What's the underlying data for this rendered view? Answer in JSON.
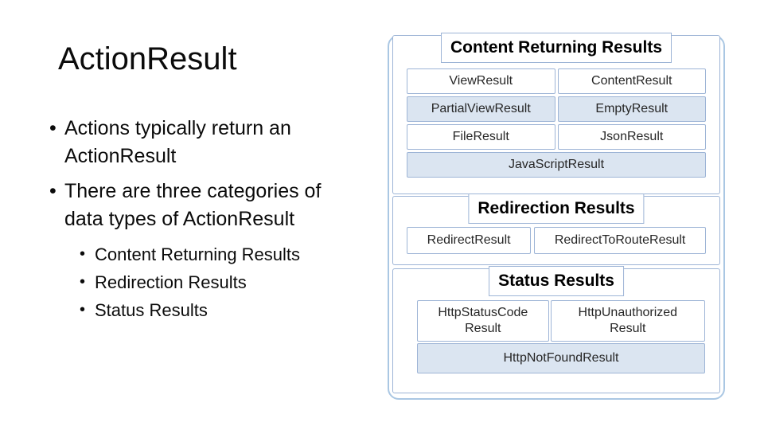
{
  "slide": {
    "title": "ActionResult",
    "bullets": [
      {
        "text": "Actions typically return an\nActionResult"
      },
      {
        "text": "There are three categories of\ndata types of ActionResult"
      }
    ],
    "sub_bullets": [
      {
        "text": "Content Returning Results"
      },
      {
        "text": "Redirection Results"
      },
      {
        "text": "Status Results"
      }
    ]
  },
  "diagram": {
    "sections": [
      {
        "title": "Content Returning Results",
        "cells": [
          {
            "label": "ViewResult"
          },
          {
            "label": "ContentResult"
          },
          {
            "label": "PartialViewResult"
          },
          {
            "label": "EmptyResult"
          },
          {
            "label": "FileResult"
          },
          {
            "label": "JsonResult"
          },
          {
            "label": "JavaScriptResult"
          }
        ]
      },
      {
        "title": "Redirection Results",
        "cells": [
          {
            "label": "RedirectResult"
          },
          {
            "label": "RedirectToRouteResult"
          }
        ]
      },
      {
        "title": "Status Results",
        "cells": [
          {
            "label": "HttpStatusCode\nResult"
          },
          {
            "label": "HttpUnauthorized\nResult"
          },
          {
            "label": "HttpNotFoundResult"
          }
        ]
      }
    ],
    "colors": {
      "outer_border": "#aac7e3",
      "cell_border": "#9db4d6",
      "shaded_fill": "#dbe5f1",
      "text": "#262626"
    }
  }
}
